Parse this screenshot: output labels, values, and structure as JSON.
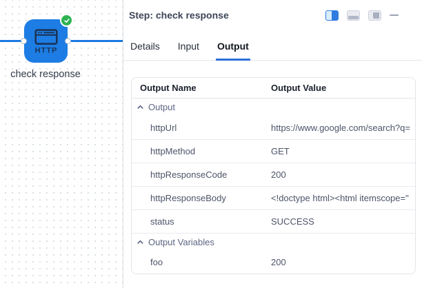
{
  "canvas": {
    "node": {
      "label": "check response",
      "type_label": "HTTP",
      "status": "success"
    }
  },
  "panel": {
    "title": "Step: check response",
    "tabs": [
      {
        "label": "Details",
        "active": false
      },
      {
        "label": "Input",
        "active": false
      },
      {
        "label": "Output",
        "active": true
      }
    ],
    "table": {
      "columns": [
        "Output Name",
        "Output Value"
      ],
      "groups": [
        {
          "label": "Output",
          "collapsed": false,
          "rows": [
            {
              "name": "httpUrl",
              "value": "https://www.google.com/search?q="
            },
            {
              "name": "httpMethod",
              "value": "GET"
            },
            {
              "name": "httpResponseCode",
              "value": "200"
            },
            {
              "name": "httpResponseBody",
              "value": "<!doctype html><html itemscope=\""
            },
            {
              "name": "status",
              "value": "SUCCESS"
            }
          ]
        },
        {
          "label": "Output Variables",
          "collapsed": false,
          "rows": [
            {
              "name": "foo",
              "value": "200"
            }
          ]
        }
      ]
    }
  },
  "colors": {
    "node_blue": "#1d7de4",
    "edge_blue": "#1b79e0",
    "success_green": "#2eb353",
    "tab_underline_blue": "#2c6edb"
  }
}
